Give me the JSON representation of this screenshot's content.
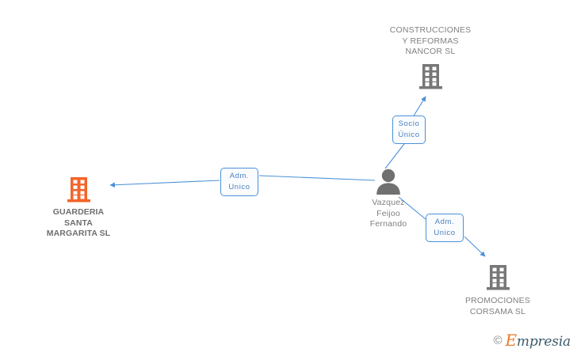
{
  "diagram": {
    "title": "Empresia corporate relationship graph",
    "background": "#ffffff",
    "colors": {
      "edge": "#4a90d9",
      "box_border": "#4a90d9",
      "box_fill": "#fbfcfe",
      "box_text": "#4a7fc1",
      "node_gray": "#808080",
      "node_icon_gray": "#777777",
      "node_highlight_orange": "#f4642a",
      "watermark_orange": "#ef7622",
      "watermark_slate": "#3c5a6b"
    },
    "nodes": [
      {
        "id": "nancor",
        "type": "company",
        "icon": "building-icon",
        "label": "CONSTRUCCIONES\nY REFORMAS\nNANCOR SL",
        "highlight": false,
        "label_position": "above"
      },
      {
        "id": "guarderia",
        "type": "company",
        "icon": "building-icon",
        "label": "GUARDERIA\nSANTA\nMARGARITA SL",
        "highlight": true,
        "label_position": "below"
      },
      {
        "id": "person",
        "type": "person",
        "icon": "person-icon",
        "label": "Vazquez\nFeijoo\nFernando",
        "highlight": false,
        "label_position": "below"
      },
      {
        "id": "corsama",
        "type": "company",
        "icon": "building-icon",
        "label": "PROMOCIONES\nCORSAMA SL",
        "highlight": false,
        "label_position": "below"
      }
    ],
    "edges": [
      {
        "id": "edge-person-nancor",
        "from": "person",
        "to": "nancor",
        "relation": "Socio\nÚnico",
        "direction": "up-right"
      },
      {
        "id": "edge-person-guarderia",
        "from": "person",
        "to": "guarderia",
        "relation": "Adm.\nUnico",
        "direction": "left"
      },
      {
        "id": "edge-person-corsama",
        "from": "person",
        "to": "corsama",
        "relation": "Adm.\nUnico",
        "direction": "down-right"
      }
    ]
  },
  "watermark": {
    "copyright": "©",
    "brand_initial": "E",
    "brand_rest": "mpresia"
  }
}
